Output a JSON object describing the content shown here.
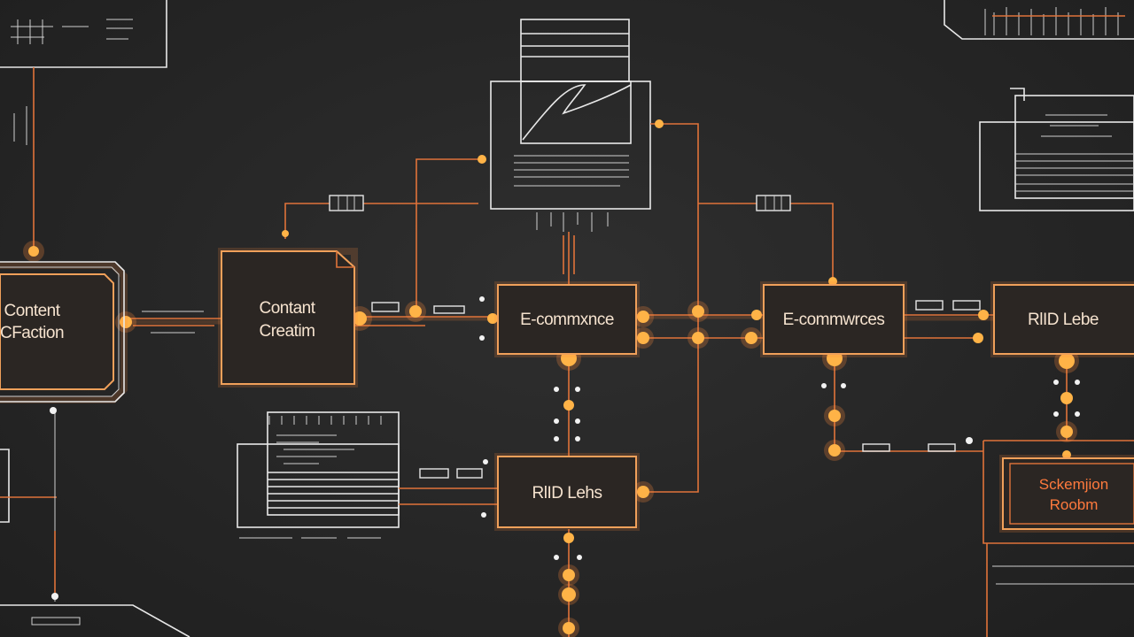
{
  "nodes": {
    "content_fraction": {
      "line1": "Content",
      "line2": "CFaction"
    },
    "content_creation": {
      "line1": "Contant",
      "line2": "Creatim"
    },
    "ecommerce_center": {
      "label": "E-commxnce"
    },
    "ecommerce_right": {
      "label": "E-commwrces"
    },
    "rid_labs_right": {
      "label": "RlID Lebe"
    },
    "rid_labs_bottom": {
      "label": "RlID Lehs"
    },
    "schematic_problem": {
      "line1": "Sckemjion",
      "line2": "Roobm"
    }
  },
  "colors": {
    "background": "#262626",
    "accent_orange": "#e0733a",
    "glow": "#ffb347",
    "node_border": "#f0a05a",
    "label": "#f6e3cf",
    "line_white": "#e8e8e8"
  }
}
